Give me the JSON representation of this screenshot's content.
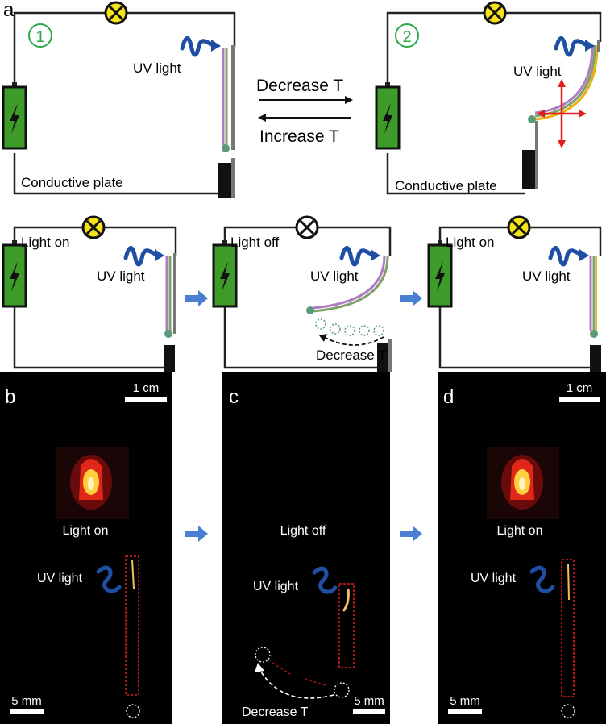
{
  "panel_letters": {
    "a": "a",
    "b": "b",
    "c": "c",
    "d": "d"
  },
  "state_numbers": {
    "one": "1",
    "two": "2"
  },
  "labels": {
    "uv_light": "UV light",
    "conductive_plate": "Conductive plate",
    "decrease_t": "Decrease  T",
    "increase_t": "Increase  T",
    "light_on": "Light on",
    "light_off": "Light off"
  },
  "scale_bars": {
    "cm": "1 cm",
    "mm": "5 mm"
  },
  "colors": {
    "state_circle": "#2aa84a",
    "bulb_on": "#f5e21a",
    "battery": "#3d9b2a",
    "uv_wave": "#1e4fa3",
    "arrow_blue": "#4a7fd4",
    "actuator_purple": "#b07ac4",
    "actuator_green": "#7fa06a",
    "hinge_dot": "#5a9a78",
    "highlight_box": "#e02020",
    "photo_bg": "#000000"
  },
  "icons": [
    "bulb-on-icon",
    "bulb-off-icon",
    "battery-icon",
    "uv-wave-icon",
    "transition-arrow-icon"
  ]
}
